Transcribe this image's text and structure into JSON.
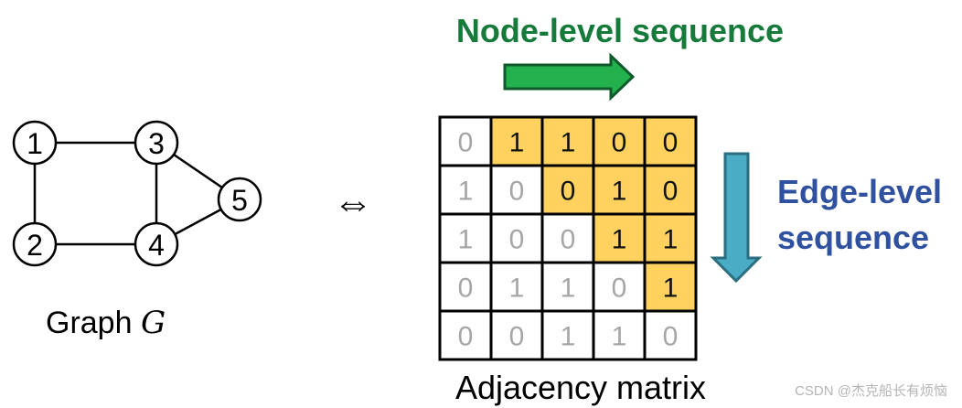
{
  "graph": {
    "caption": "Graph",
    "caption_symbol": "G",
    "nodes": [
      {
        "label": "1"
      },
      {
        "label": "2"
      },
      {
        "label": "3"
      },
      {
        "label": "4"
      },
      {
        "label": "5"
      }
    ],
    "edges": [
      [
        "1",
        "3"
      ],
      [
        "1",
        "2"
      ],
      [
        "3",
        "4"
      ],
      [
        "3",
        "5"
      ],
      [
        "2",
        "4"
      ],
      [
        "4",
        "5"
      ]
    ]
  },
  "equivalence_symbol": "⇔",
  "matrix": {
    "caption": "Adjacency matrix",
    "rows": [
      [
        "0",
        "1",
        "1",
        "0",
        "0"
      ],
      [
        "1",
        "0",
        "0",
        "1",
        "0"
      ],
      [
        "1",
        "0",
        "0",
        "1",
        "1"
      ],
      [
        "0",
        "1",
        "1",
        "0",
        "1"
      ],
      [
        "0",
        "0",
        "1",
        "1",
        "0"
      ]
    ],
    "highlight_color": "#FFD25F",
    "upper_text_color": "#111111",
    "lower_text_color": "#A6A6A6"
  },
  "node_sequence": {
    "label": "Node-level sequence",
    "color": "#157A3A",
    "arrow_color": "#22B14C"
  },
  "edge_sequence": {
    "label_line1": "Edge-level",
    "label_line2": "sequence",
    "color": "#3050A0",
    "arrow_color": "#4BACC6"
  },
  "watermark": "CSDN @杰克船长有烦恼"
}
